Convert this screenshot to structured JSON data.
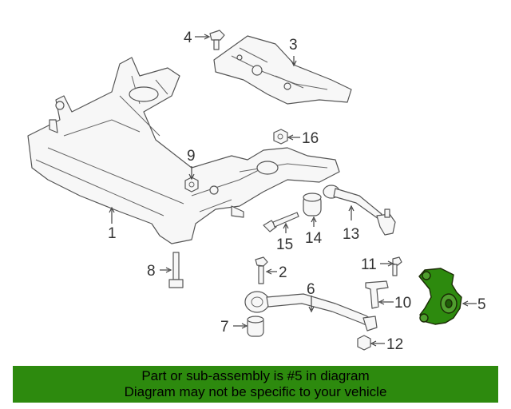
{
  "diagram": {
    "callouts": [
      {
        "id": "1",
        "label": "1"
      },
      {
        "id": "2",
        "label": "2"
      },
      {
        "id": "3",
        "label": "3"
      },
      {
        "id": "4",
        "label": "4"
      },
      {
        "id": "5",
        "label": "5"
      },
      {
        "id": "6",
        "label": "6"
      },
      {
        "id": "7",
        "label": "7"
      },
      {
        "id": "8",
        "label": "8"
      },
      {
        "id": "9",
        "label": "9"
      },
      {
        "id": "10",
        "label": "10"
      },
      {
        "id": "11",
        "label": "11"
      },
      {
        "id": "12",
        "label": "12"
      },
      {
        "id": "13",
        "label": "13"
      },
      {
        "id": "14",
        "label": "14"
      },
      {
        "id": "15",
        "label": "15"
      },
      {
        "id": "16",
        "label": "16"
      }
    ],
    "highlighted_part": "5",
    "highlight_color": "#2d8a0e"
  },
  "banner": {
    "line1": "Part or sub-assembly is #5 in diagram",
    "line2": "Diagram may not be specific to your vehicle",
    "background": "#2d8a0e"
  }
}
